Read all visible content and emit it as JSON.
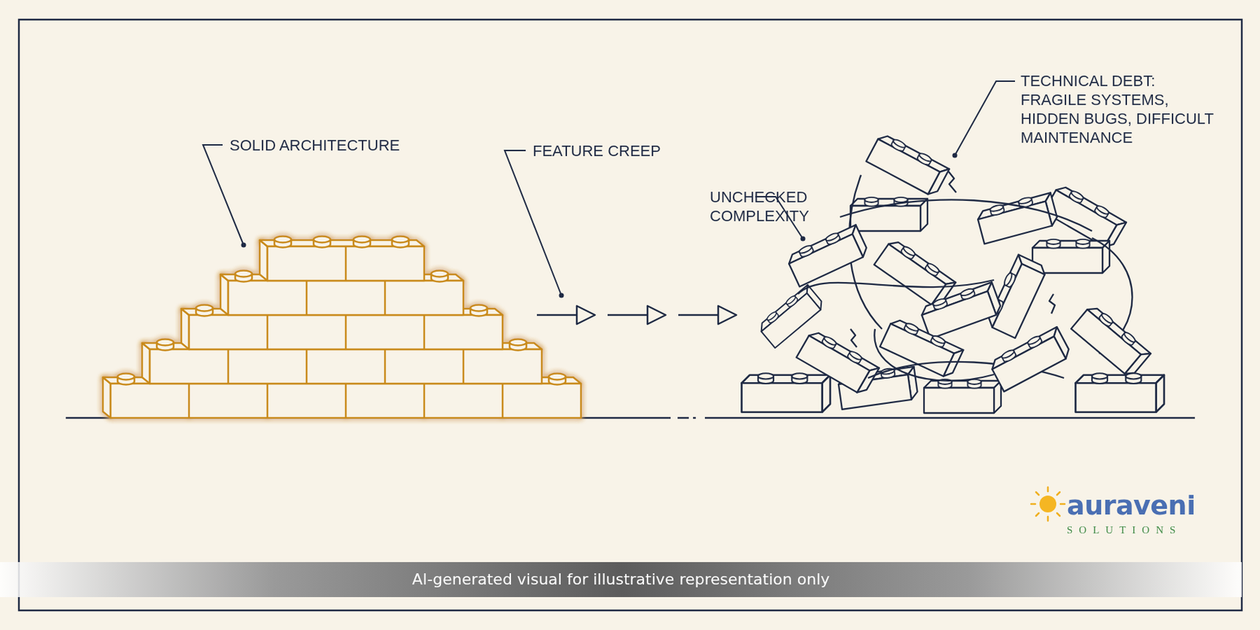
{
  "diagram": {
    "labels": [
      "SOLID ARCHITECTURE",
      "FEATURE CREEP",
      "UNCHECKED COMPLEXITY",
      "TECHNICAL DEBT: FRAGILE SYSTEMS, HIDDEN BUGS, DIFFICULT MAINTENANCE",
      "auraveni",
      "SOLUTIONS",
      "AI-generated visual for illustrative representation only"
    ]
  }
}
